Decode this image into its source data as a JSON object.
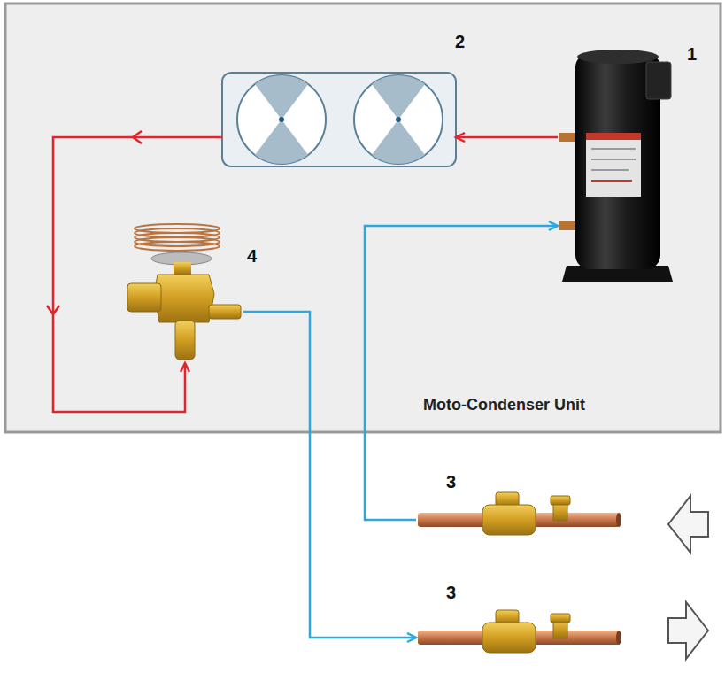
{
  "diagram": {
    "nodes": [
      {
        "text": [
          "Moto-Condenser Unit"
        ]
      },
      {
        "text": [
          "2"
        ],
        "in": 0
      },
      {
        "text": [
          "1"
        ],
        "in": 0
      },
      {
        "text": [
          "4"
        ],
        "in": 0
      },
      {
        "text": [
          "3"
        ]
      },
      {
        "text": [
          "3"
        ]
      }
    ],
    "edges": [
      {
        "from": 2,
        "to": 1,
        "arrow": "to"
      },
      {
        "from": 1,
        "to": 3,
        "arrow": "to"
      },
      {
        "from": 3,
        "to": 5,
        "arrow": "to"
      },
      {
        "from": 4,
        "to": 2,
        "arrow": "to"
      }
    ]
  }
}
